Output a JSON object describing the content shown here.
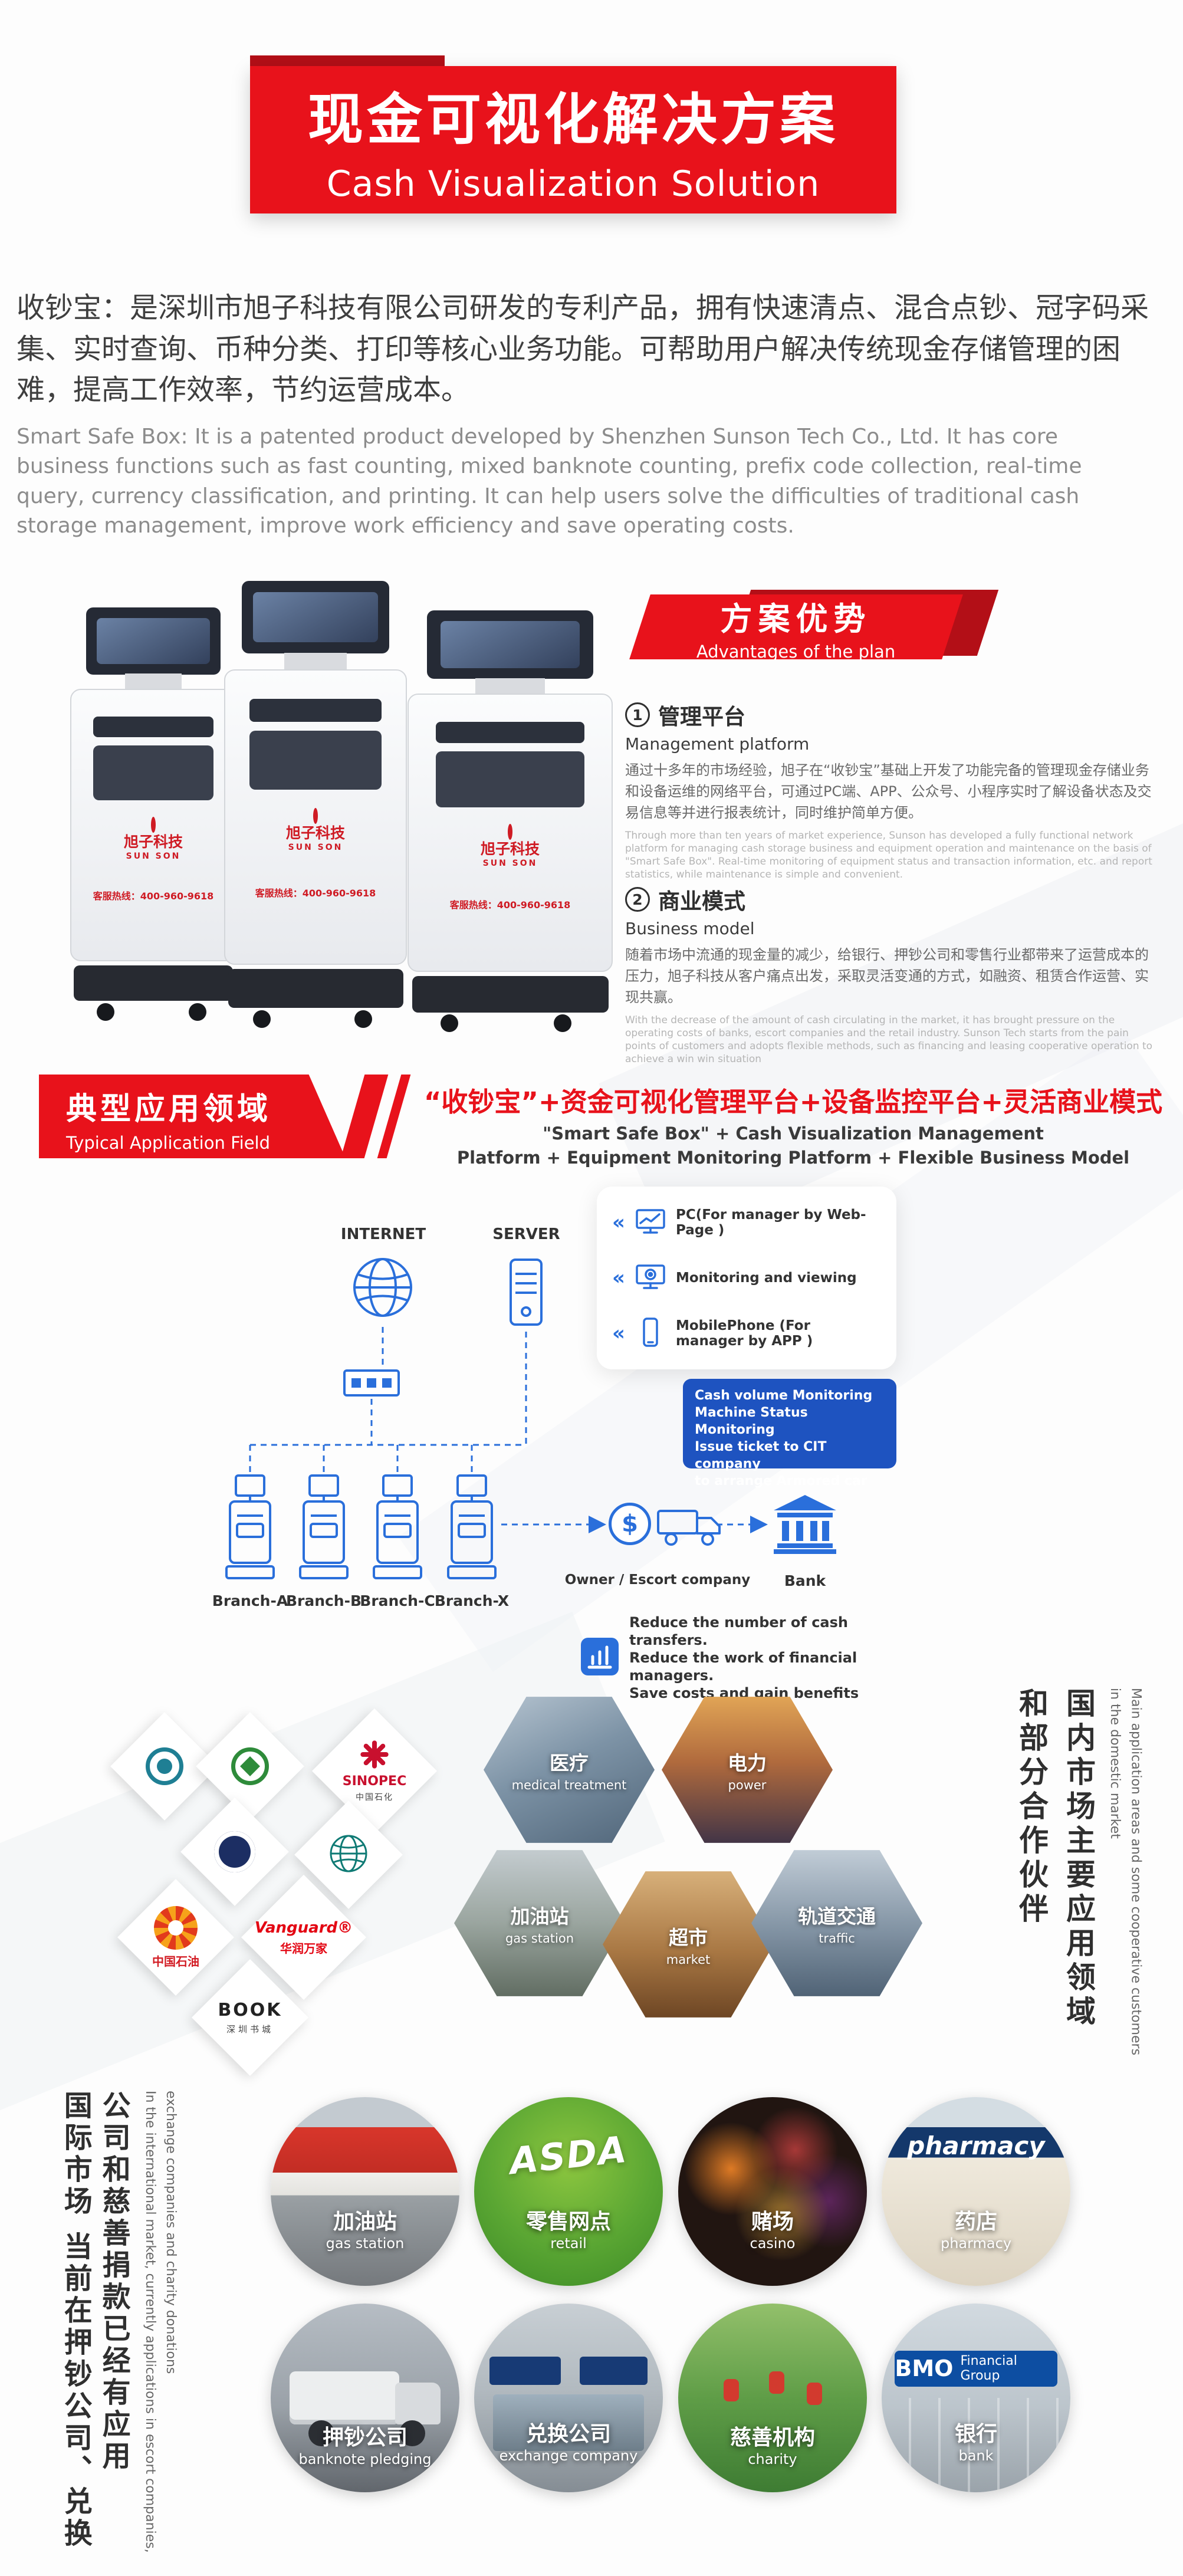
{
  "colors": {
    "accent_red": "#e8121b",
    "diagram_blue": "#2a6fdb"
  },
  "header": {
    "title": "现金可视化解决方案",
    "subtitle": "Cash Visualization Solution"
  },
  "intro": {
    "zh": "收钞宝：是深圳市旭子科技有限公司研发的专利产品，拥有快速清点、混合点钞、冠字码采集、实时查询、币种分类、打印等核心业务功能。可帮助用户解决传统现金存储管理的困难，提高工作效率，节约运营成本。",
    "en": "Smart Safe Box: It is a patented product developed by Shenzhen Sunson Tech Co., Ltd. It has core business functions such as fast counting, mixed banknote counting, prefix code collection, real-time query, currency classification, and printing. It can help users solve the difficulties of traditional cash storage management, improve work efficiency and save operating costs."
  },
  "machines": {
    "brand_zh": "旭子科技",
    "brand_en": "SUN SON",
    "hotline": "客服热线：400-960-9618"
  },
  "advantages": {
    "banner_zh": "方案优势",
    "banner_en": "Advantages of the plan",
    "items": [
      {
        "num": "1",
        "title_zh": "管理平台",
        "title_en": "Management platform",
        "body_zh": "通过十多年的市场经验，旭子在“收钞宝”基础上开发了功能完备的管理现金存储业务和设备运维的网络平台，可通过PC端、APP、公众号、小程序实时了解设备状态及交易信息等并进行报表统计，同时维护简单方便。",
        "body_en": "Through more than ten years of market experience, Sunson has developed a fully functional network platform for managing cash storage business and equipment operation and maintenance on the basis of \"Smart Safe Box\". Real-time monitoring of equipment status and transaction information, etc. and report statistics, while maintenance is simple and convenient."
      },
      {
        "num": "2",
        "title_zh": "商业模式",
        "title_en": "Business model",
        "body_zh": "随着市场中流通的现金量的减少，给银行、押钞公司和零售行业都带来了运营成本的压力，旭子科技从客户痛点出发，采取灵活变通的方式，如融资、租赁合作运营、实现共赢。",
        "body_en": "With the decrease of the amount of cash circulating in the market, it has brought pressure on the operating costs of banks, escort companies and the retail industry. Sunson Tech starts from the pain points of customers and adopts flexible methods, such as financing and leasing cooperative operation to achieve a win win situation"
      }
    ]
  },
  "application": {
    "banner_zh": "典型应用领域",
    "banner_en": "Typical Application Field",
    "headline_zh": "“收钞宝”+资金可视化管理平台+设备监控平台+灵活商业模式",
    "headline_en1": "\"Smart Safe Box\" + Cash Visualization Management",
    "headline_en2": "Platform + Equipment Monitoring Platform + Flexible Business Model"
  },
  "diagram": {
    "internet": "INTERNET",
    "server": "SERVER",
    "manager_items": [
      "PC(For manager by Web-Page )",
      "Monitoring and viewing",
      "MobilePhone (For manager by APP )"
    ],
    "blue_box": [
      "Cash volume Monitoring",
      "Machine Status Monitoring",
      "Issue ticket to CIT company",
      "to arrange Armored car"
    ],
    "branches": [
      "Branch-A",
      "Branch-B",
      "Branch-C",
      "Branch-X"
    ],
    "owner_label": "Owner / Escort company",
    "bank_label": "Bank",
    "coin_symbol": "$",
    "note": [
      "Reduce the number of cash transfers.",
      "Reduce the work of financial managers.",
      "Save costs and gain benefits"
    ]
  },
  "domestic": {
    "vertical_zh1": "国内市场主要应用领域",
    "vertical_zh2": "和部分合作伙伴",
    "vertical_en": "Main application areas and some cooperative customers in the domestic market",
    "partners": {
      "sinopec": {
        "label": "SINOPEC",
        "sub": "中国石化"
      },
      "petrochina": {
        "label": "中国石油"
      },
      "vanguard": {
        "label": "Vanguard®",
        "sub": "华润万家"
      },
      "book": {
        "label": "BOOK",
        "sub": "深圳书城"
      }
    },
    "hexagons": [
      {
        "zh": "医疗",
        "en": "medical treatment"
      },
      {
        "zh": "电力",
        "en": "power"
      },
      {
        "zh": "加油站",
        "en": "gas station"
      },
      {
        "zh": "超市",
        "en": "market"
      },
      {
        "zh": "轨道交通",
        "en": "traffic"
      }
    ]
  },
  "international": {
    "vertical_zh": "国际市场 当前在押钞公司、兑换公司和慈善捐款已经有应用",
    "vertical_en": "In the international market, currently applications in escort companies, exchange companies and charity donations",
    "photo_texts": {
      "retail_sign": "ASDA",
      "pharmacy_sign": "pharmacy",
      "bank_sign_main": "BMO",
      "bank_sign_sub": "Financial Group"
    },
    "circles": [
      {
        "zh": "加油站",
        "en": "gas station"
      },
      {
        "zh": "零售网点",
        "en": "retail"
      },
      {
        "zh": "赌场",
        "en": "casino"
      },
      {
        "zh": "药店",
        "en": "pharmacy"
      },
      {
        "zh": "押钞公司",
        "en": "banknote pledging"
      },
      {
        "zh": "兑换公司",
        "en": "exchange company"
      },
      {
        "zh": "慈善机构",
        "en": "charity"
      },
      {
        "zh": "银行",
        "en": "bank"
      }
    ]
  }
}
